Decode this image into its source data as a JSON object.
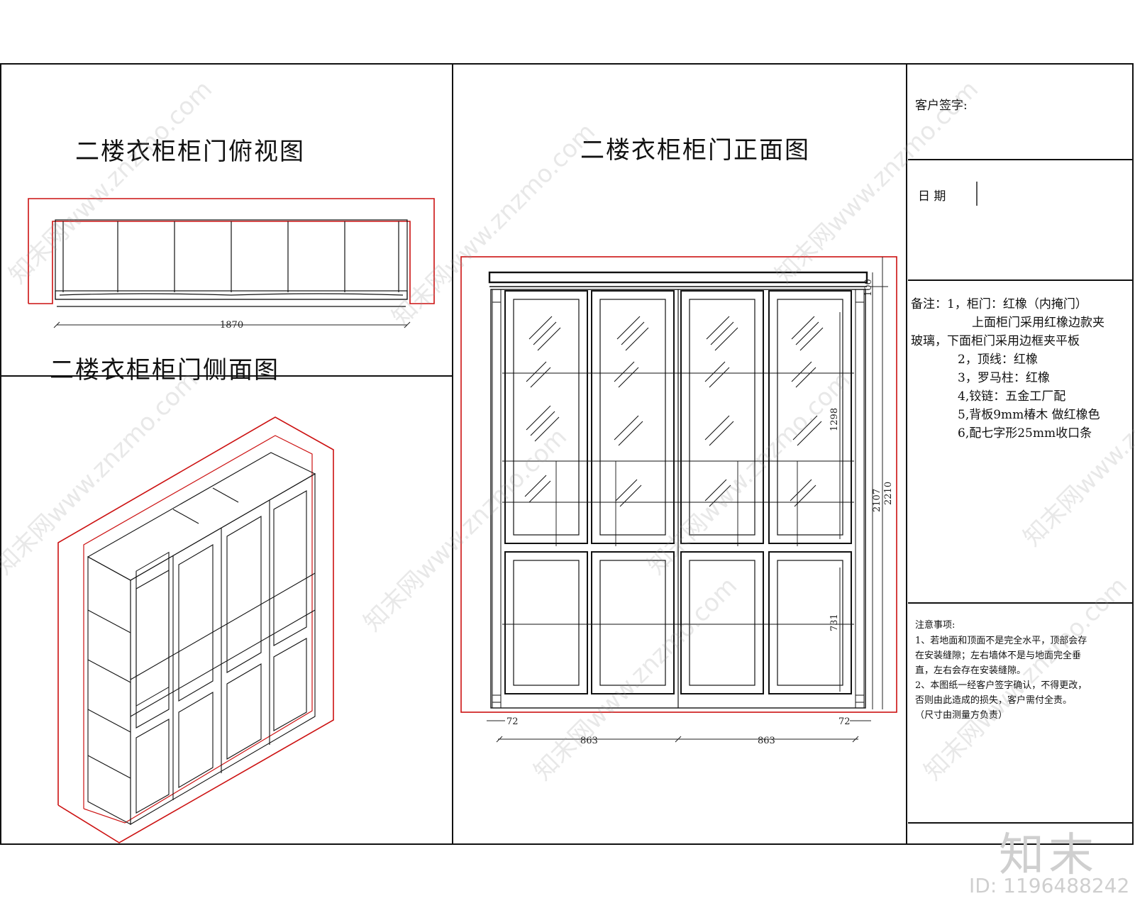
{
  "titles": {
    "top_view": "二楼衣柜柜门俯视图",
    "side_view": "二楼衣柜柜门侧面图",
    "front_view": "二楼衣柜柜门正面图"
  },
  "dimensions": {
    "top_width": "1870",
    "height_top": "100",
    "height_glass": "1298",
    "height_total_1": "2107",
    "height_total_2": "2210",
    "height_lower": "731",
    "left_margin": "72",
    "right_margin": "72",
    "door_width_left": "863",
    "door_width_right": "863"
  },
  "sidebar": {
    "client_signature": "客户签字:",
    "date_label": "日   期",
    "remarks": [
      "备注：1，柜门：红橡（内掩门）",
      "上面柜门采用红橡边款夹",
      "玻璃，下面柜门采用边框夹平板",
      "2，顶线：红橡",
      "3，罗马柱：红橡",
      "4,铰链：五金工厂配",
      "5,背板9mm椿木 做红橡色",
      "6,配七字形25mm收口条"
    ],
    "notes_title": "注意事项:",
    "notes": [
      "1、若地面和顶面不是完全水平，顶部会存",
      "在安装缝隙；左右墙体不是与地面完全垂",
      "直，左右会存在安装缝隙。",
      "2、本图纸一经客户签字确认，不得更改，",
      "否则由此造成的损失，客户需付全责。",
      "（尺寸由测量方负责）"
    ]
  },
  "branding": {
    "logo": "知末",
    "id_label": "ID: 1196488242",
    "watermark": "知末网www.znzmo.com"
  },
  "colors": {
    "line": "#111111",
    "red_outline": "#cc1111",
    "watermark": "#bdbdbd"
  }
}
